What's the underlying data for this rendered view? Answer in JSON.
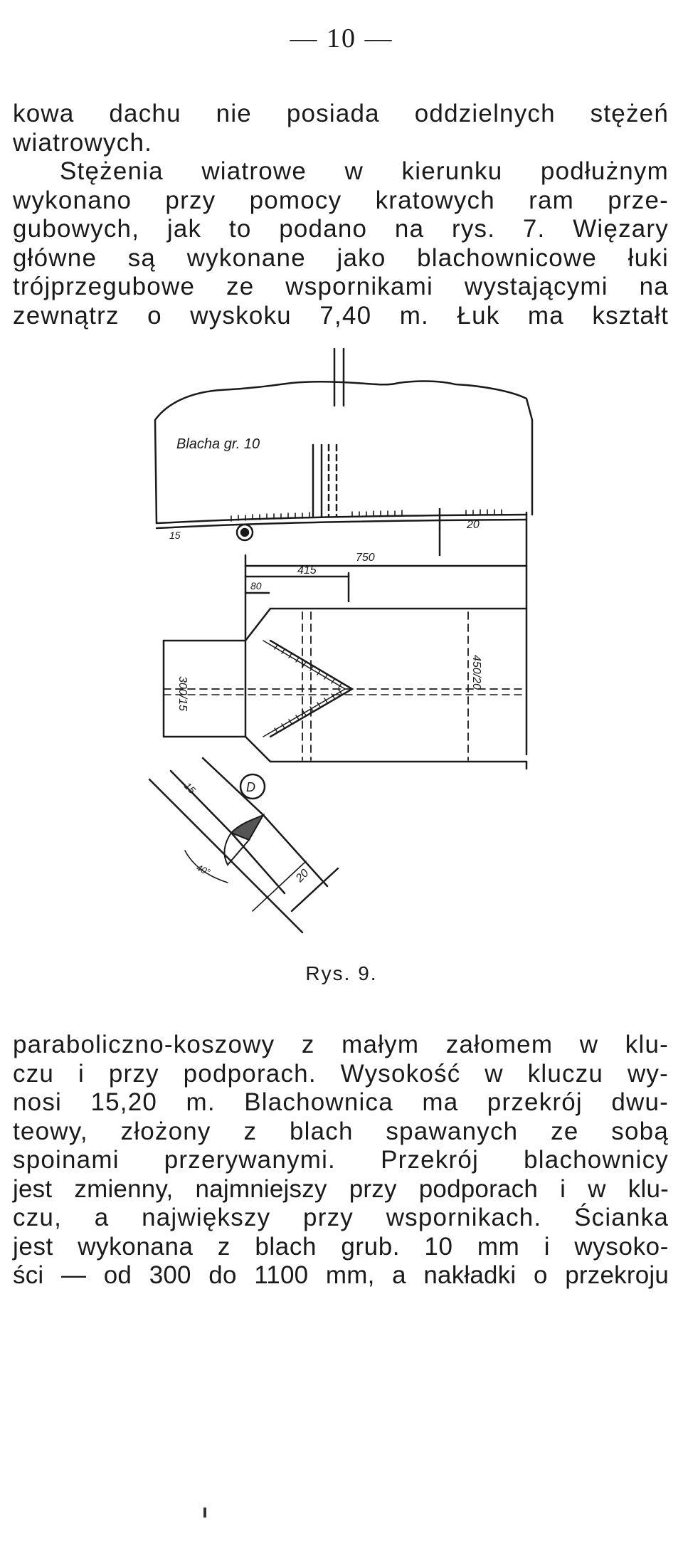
{
  "page": {
    "number": "— 10 —"
  },
  "top_paragraph": {
    "lines": [
      "kowa dachu nie posiada oddzielnych stężeń",
      "wiatrowych.",
      "Stężenia wiatrowe w kierunku podłużnym",
      "wykonano przy pomocy kratowych ram prze-",
      "gubowych, jak to podano na rys. 7. Więzary",
      "główne są wykonane jako blachownicowe łuki",
      "trójprzegubowe ze wspornikami wystającymi na",
      "zewnątrz o wyskoku 7,40 m. Łuk ma kształt"
    ]
  },
  "figure": {
    "labels": {
      "plate": "Blacha gr. 10",
      "dim_750": "750",
      "dim_415": "415",
      "dim_80": "80",
      "dim_15": "15",
      "dim_20_top": "20",
      "dim_300_15": "300/15",
      "dim_450_20": "450/20",
      "dim_15_detail": "15",
      "dim_20_detail": "20",
      "angle": "40°",
      "callout": "D"
    },
    "caption": "Rys. 9."
  },
  "bottom_paragraph": {
    "lines": [
      "paraboliczno-koszowy z małym załomem w klu-",
      "czu i przy podporach. Wysokość w kluczu wy-",
      "nosi 15,20 m. Blachownica ma przekrój dwu-",
      "teowy, złożony z blach spawanych ze sobą",
      "spoinami przerywanymi. Przekrój blachownicy",
      "jest zmienny, najmniejszy przy podporach i w klu-",
      "czu, a największy przy wspornikach. Ścianka",
      "jest wykonana z blach grub. 10 mm i wysoko-",
      "ści — od 300 do 1100 mm, a nakładki o przekroju"
    ]
  }
}
